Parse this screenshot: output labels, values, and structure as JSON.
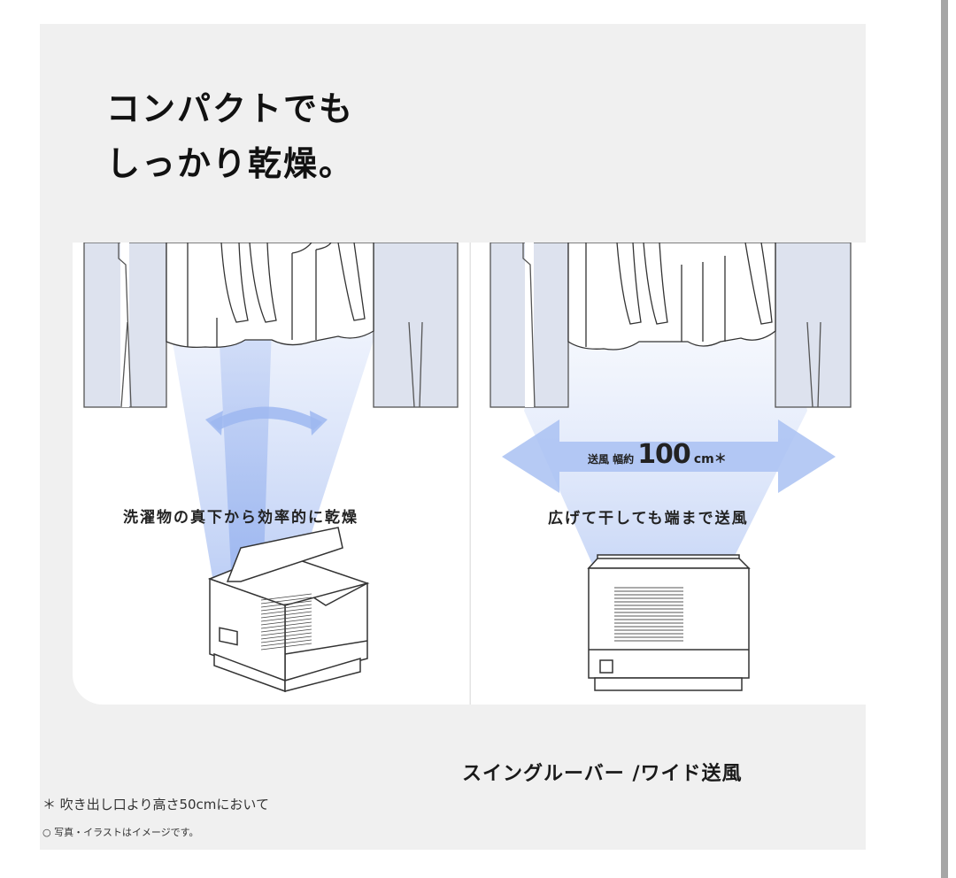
{
  "headline": {
    "line1": "コンパクトでも",
    "line2": "しっかり乾燥。"
  },
  "illustrations": {
    "left": {
      "caption": "洗濯物の真下から効率的に乾燥",
      "icon": "swing-arrow-icon"
    },
    "right": {
      "caption": "広げて干しても端まで送風",
      "wide_label_prefix": "送風 幅約",
      "wide_label_value": "100",
      "wide_label_unit": "cm＊",
      "icon": "wide-airflow-arrow-icon"
    }
  },
  "feature_title": "スイングルーバー /ワイド送風",
  "notes": {
    "asterisk": "＊ 吹き出し口より高さ50cmにおいて",
    "image_note": "○ 写真・イラストはイメージです。"
  },
  "colors": {
    "panel_bg": "#f0f0f0",
    "airflow_blue": "#a9c1f2",
    "pants_fill": "#dde2ee",
    "scrollbar": "#a6a6a6"
  }
}
